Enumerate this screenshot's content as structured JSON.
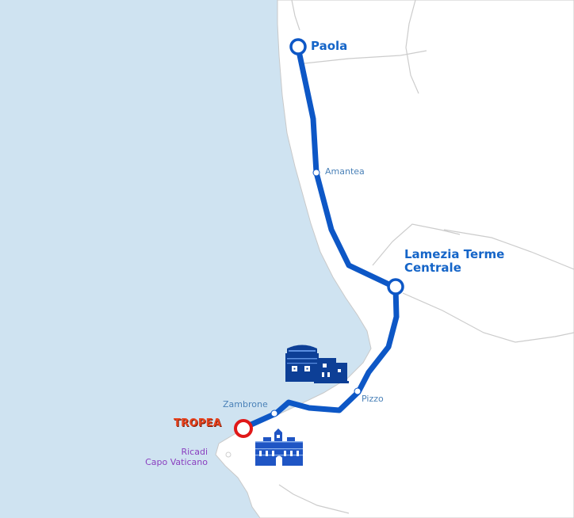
{
  "map": {
    "colors": {
      "sea": "#cfe3f1",
      "land": "#ffffff",
      "land_border": "#c9c9c9",
      "route": "#0d57c6",
      "major_label": "#1565c8",
      "minor_label": "#4b82b8",
      "highlight_label": "#e8431e",
      "highlight_ring": "#e01818",
      "secondary_label": "#8a3fbf"
    },
    "stations": [
      {
        "name": "Paola",
        "type": "major-station"
      },
      {
        "name": "Amantea",
        "type": "minor-station"
      },
      {
        "name": "Lamezia Terme",
        "name_line2": "Centrale",
        "type": "major-station"
      },
      {
        "name": "Pizzo",
        "type": "minor-station"
      },
      {
        "name": "Zambrone",
        "type": "minor-station"
      },
      {
        "name": "TROPEA",
        "type": "destination"
      }
    ],
    "places": {
      "line1": "Ricadi",
      "line2": "Capo Vaticano"
    },
    "landmarks": [
      {
        "icon": "castle-icon"
      },
      {
        "icon": "church-icon"
      }
    ]
  }
}
